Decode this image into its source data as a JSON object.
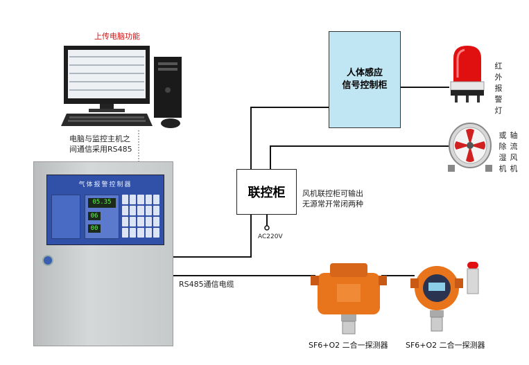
{
  "labels": {
    "upload_title": "上传电脑功能",
    "pc_comm_line1": "电脑与监控主机之",
    "pc_comm_line2": "间通信采用RS485",
    "human_cabinet_line1": "人体感应",
    "human_cabinet_line2": "信号控制柜",
    "alarm_light": "红外报警灯",
    "fan_col1": "轴流风机",
    "fan_col2": "或除湿机",
    "link_cabinet": "联控柜",
    "link_note_line1": "风机联控柜可输出",
    "link_note_line2": "无源常开常闭两种",
    "power": "AC220V",
    "rs485_cable": "RS485通信电缆",
    "detector1": "SF6+O2 二合一探测器",
    "detector2": "SF6+O2 二合一探测器",
    "controller_title": "气体报警控制器",
    "display_top": "05.35",
    "display_mid": "06",
    "display_bot": "00"
  },
  "colors": {
    "human_cabinet_fill": "#bfe6f2",
    "controller_panel": "#3150a8",
    "detector_body": "#e8741c",
    "alarm_red": "#e01010",
    "title_red": "#d01010"
  },
  "icons": [
    "computer-icon",
    "alarm-light-icon",
    "fan-icon",
    "detector-icon",
    "gas-controller-icon"
  ]
}
